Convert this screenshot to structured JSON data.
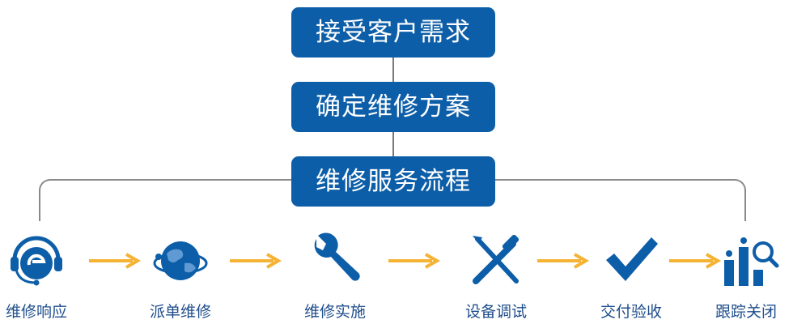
{
  "process": {
    "boxes": [
      {
        "label": "接受客户需求"
      },
      {
        "label": "确定维修方案"
      },
      {
        "label": "维修服务流程"
      }
    ],
    "steps": [
      {
        "label": "维修响应",
        "icon": "headset-icon"
      },
      {
        "label": "派单维修",
        "icon": "globe-icon"
      },
      {
        "label": "维修实施",
        "icon": "wrench-icon"
      },
      {
        "label": "设备调试",
        "icon": "crossed-tools-icon"
      },
      {
        "label": "交付验收",
        "icon": "checkmark-icon"
      },
      {
        "label": "跟踪关闭",
        "icon": "tracking-chart-icon"
      }
    ]
  },
  "colors": {
    "box_fill": "#0d5ea8",
    "icon_blue": "#0d5ea8",
    "label_text": "#1f4e8c",
    "arrow": "#f5b335",
    "connector": "#8a8a8a"
  }
}
